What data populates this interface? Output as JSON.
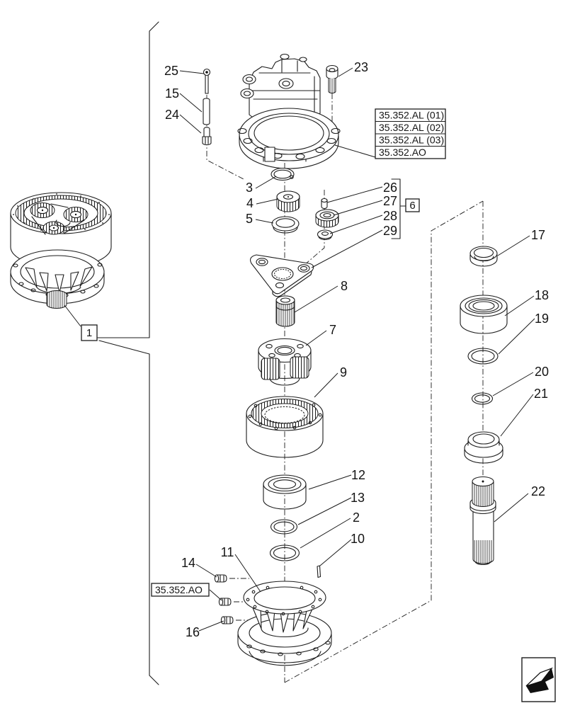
{
  "colors": {
    "line": "#1c1c1c",
    "background": "#ffffff",
    "icon_fill": "#111111"
  },
  "callouts": {
    "c2": "2",
    "c3": "3",
    "c4": "4",
    "c5": "5",
    "c7": "7",
    "c8": "8",
    "c9": "9",
    "c10": "10",
    "c11": "11",
    "c12": "12",
    "c13": "13",
    "c14": "14",
    "c15": "15",
    "c16": "16",
    "c17": "17",
    "c18": "18",
    "c19": "19",
    "c20": "20",
    "c21": "21",
    "c22": "22",
    "c23": "23",
    "c24": "24",
    "c25": "25",
    "c26": "26",
    "c27": "27",
    "c28": "28",
    "c29": "29"
  },
  "group_boxes": {
    "assembly": "1",
    "bearing_group": "6"
  },
  "ref_boxes": {
    "motor": {
      "row1": "35.352.AL (01)",
      "row2": "35.352.AL (02)",
      "row3": "35.352.AL (03)",
      "row4": "35.352.AO"
    },
    "housing_plug": "35.352.AO"
  },
  "icons": {
    "corner_nav": "continuation-arrow-icon"
  }
}
